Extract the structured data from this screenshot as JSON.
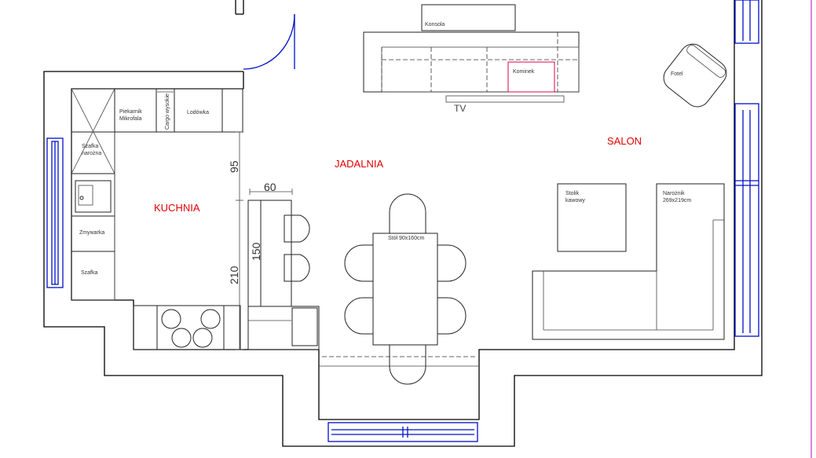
{
  "rooms": {
    "kitchen": "KUCHNIA",
    "dining": "JADALNIA",
    "living": "SALON"
  },
  "furniture": {
    "console": "Konsola",
    "fireplace": "Kominek",
    "tv": "TV",
    "armchair": "Fotel",
    "oven": "Piekarnik\nMikrofala",
    "cargo": "Cargo wysokie",
    "fridge": "Lodówka",
    "corner_cabinet": "Szafka\nnarożna",
    "dishwasher": "Zmywarka",
    "cabinet": "Szafka",
    "table": "Stół 90x160cm",
    "coffee_table": "Stolik\nkawowy",
    "sofa": "Narożnik\n269x219cm"
  },
  "dimensions": {
    "d60": "60",
    "d95": "95",
    "d150": "150",
    "d210": "210"
  },
  "colors": {
    "walls": "#000000",
    "windows": "#0010c8",
    "room_labels": "#e00000",
    "fireplace": "#e0004a"
  }
}
